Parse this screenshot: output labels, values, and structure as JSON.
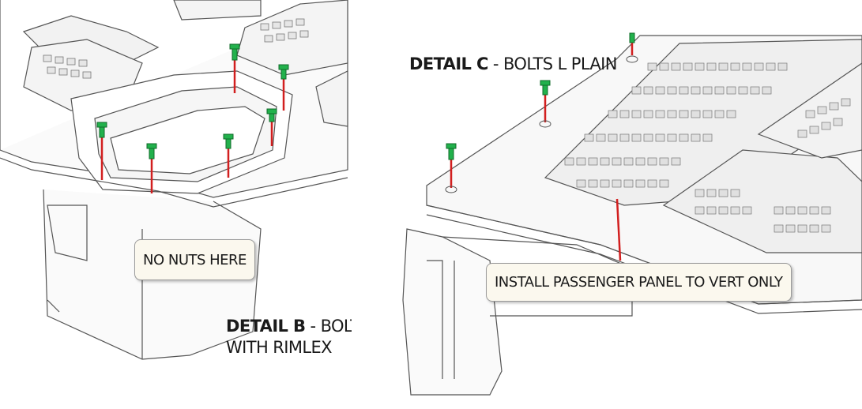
{
  "detail_b": {
    "title_bold": "DETAIL B",
    "title_rest": " - BOLTS L",
    "line2": "WITH RIMLEX",
    "callout": "NO NUTS HERE"
  },
  "detail_c": {
    "title_bold": "DETAIL C",
    "title_rest": " - BOLTS L PLAIN",
    "callout": "INSTALL PASSENGER PANEL TO VERT ONLY"
  },
  "colors": {
    "bolt": "#22b14c",
    "guide_line": "#d21f1f",
    "outline": "#555555"
  }
}
